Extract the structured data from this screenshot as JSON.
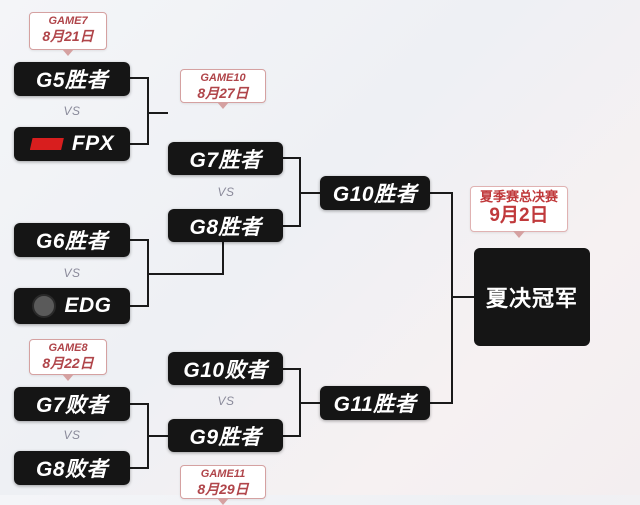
{
  "round1": {
    "top": {
      "tag": {
        "game": "GAME7",
        "date": "8月21日"
      },
      "team_a": "G5胜者",
      "vs": "VS",
      "team_b": "FPX"
    },
    "mid": {
      "team_a": "G6胜者",
      "vs": "VS",
      "team_b": "EDG"
    },
    "low": {
      "tag": {
        "game": "GAME8",
        "date": "8月22日"
      },
      "team_a": "G7败者",
      "vs": "VS",
      "team_b": "G8败者"
    }
  },
  "round2": {
    "upper": {
      "tag": {
        "game": "GAME10",
        "date": "8月27日"
      },
      "team_a": "G7胜者",
      "vs": "VS",
      "team_b": "G8胜者"
    },
    "lower": {
      "team_a": "G10败者",
      "vs": "VS",
      "team_b": "G9胜者",
      "tag": {
        "game": "GAME11",
        "date": "8月29日"
      }
    }
  },
  "round3": {
    "upper": "G10胜者",
    "lower": "G11胜者"
  },
  "final": {
    "tag": {
      "title": "夏季赛总决赛",
      "date": "9月2日"
    },
    "label": "夏决冠军"
  },
  "colors": {
    "box": "#151515",
    "line": "#1a1a1a",
    "accent": "#c0393b",
    "fpx_red": "#d81e1e"
  }
}
